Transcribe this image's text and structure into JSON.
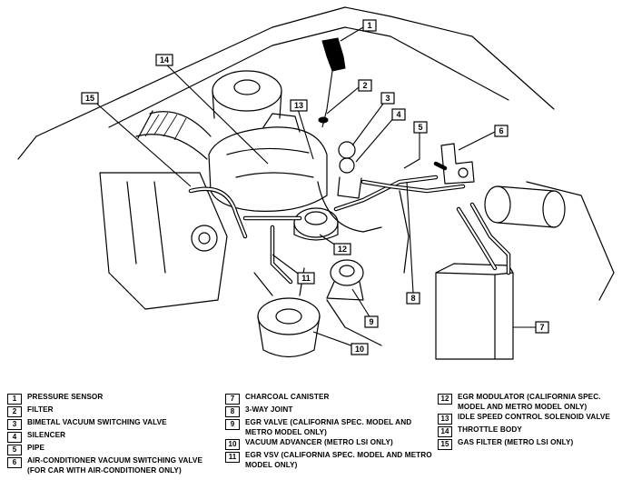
{
  "callouts": [
    {
      "num": "1"
    },
    {
      "num": "2"
    },
    {
      "num": "3"
    },
    {
      "num": "4"
    },
    {
      "num": "5"
    },
    {
      "num": "6"
    },
    {
      "num": "7"
    },
    {
      "num": "8"
    },
    {
      "num": "9"
    },
    {
      "num": "10"
    },
    {
      "num": "11"
    },
    {
      "num": "12"
    },
    {
      "num": "13"
    },
    {
      "num": "14"
    },
    {
      "num": "15"
    }
  ],
  "legend": {
    "items": [
      {
        "num": "1",
        "label": "PRESSURE SENSOR"
      },
      {
        "num": "2",
        "label": "FILTER"
      },
      {
        "num": "3",
        "label": "BIMETAL VACUUM SWITCHING VALVE"
      },
      {
        "num": "4",
        "label": "SILENCER"
      },
      {
        "num": "5",
        "label": "PIPE"
      },
      {
        "num": "6",
        "label": "AIR-CONDITIONER VACUUM SWITCHING VALVE (FOR CAR WITH AIR-CONDITIONER ONLY)"
      },
      {
        "num": "7",
        "label": "CHARCOAL CANISTER"
      },
      {
        "num": "8",
        "label": "3-WAY JOINT"
      },
      {
        "num": "9",
        "label": "EGR VALVE (CALIFORNIA SPEC. MODEL AND METRO MODEL ONLY)"
      },
      {
        "num": "10",
        "label": "VACUUM ADVANCER (METRO LSI ONLY)"
      },
      {
        "num": "11",
        "label": "EGR VSV (CALIFORNIA SPEC. MODEL AND METRO MODEL ONLY)"
      },
      {
        "num": "12",
        "label": "EGR MODULATOR (CALIFORNIA SPEC. MODEL AND METRO MODEL ONLY)"
      },
      {
        "num": "13",
        "label": "IDLE SPEED CONTROL SOLENOID VALVE"
      },
      {
        "num": "14",
        "label": "THROTTLE BODY"
      },
      {
        "num": "15",
        "label": "GAS FILTER (METRO LSI ONLY)"
      }
    ]
  }
}
